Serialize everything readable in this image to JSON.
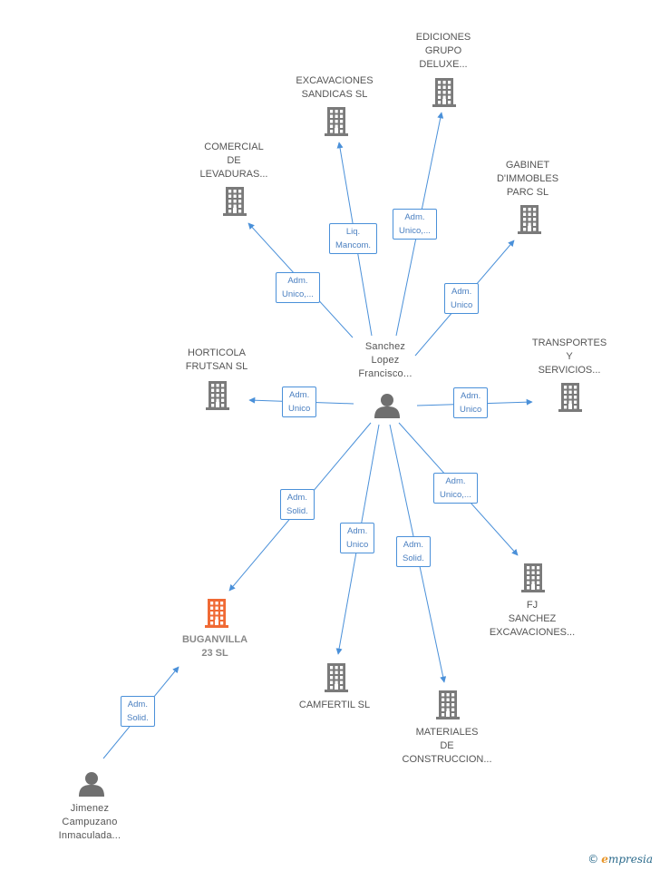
{
  "colors": {
    "edge": "#4a90d9",
    "building": "#7a7a7a",
    "building_highlight": "#f06a35",
    "person": "#6f6f6f"
  },
  "nodes": [
    {
      "id": "center",
      "type": "person",
      "icon": "person-icon",
      "label": [
        "Sanchez",
        "Lopez",
        "Francisco..."
      ]
    },
    {
      "id": "ediciones",
      "type": "company",
      "icon": "building-icon",
      "label": [
        "EDICIONES",
        "GRUPO",
        "DELUXE..."
      ]
    },
    {
      "id": "excavaciones",
      "type": "company",
      "icon": "building-icon",
      "label": [
        "EXCAVACIONES",
        "SANDICAS SL"
      ]
    },
    {
      "id": "comercial",
      "type": "company",
      "icon": "building-icon",
      "label": [
        "COMERCIAL",
        "DE",
        "LEVADURAS..."
      ]
    },
    {
      "id": "gabinet",
      "type": "company",
      "icon": "building-icon",
      "label": [
        "GABINET",
        "D'IMMOBLES",
        "PARC SL"
      ]
    },
    {
      "id": "horticola",
      "type": "company",
      "icon": "building-icon",
      "label": [
        "HORTICOLA",
        "FRUTSAN SL"
      ]
    },
    {
      "id": "transportes",
      "type": "company",
      "icon": "building-icon",
      "label": [
        "TRANSPORTES",
        "Y",
        "SERVICIOS..."
      ]
    },
    {
      "id": "buganvilla",
      "type": "company",
      "icon": "building-icon",
      "highlight": true,
      "label": [
        "BUGANVILLA",
        "23  SL"
      ]
    },
    {
      "id": "camfertil",
      "type": "company",
      "icon": "building-icon",
      "label": [
        "CAMFERTIL  SL"
      ]
    },
    {
      "id": "materiales",
      "type": "company",
      "icon": "building-icon",
      "label": [
        "MATERIALES",
        "DE",
        "CONSTRUCCION..."
      ]
    },
    {
      "id": "fj",
      "type": "company",
      "icon": "building-icon",
      "label": [
        "FJ",
        "SANCHEZ",
        "EXCAVACIONES..."
      ]
    },
    {
      "id": "jimenez",
      "type": "person",
      "icon": "person-icon",
      "label": [
        "Jimenez",
        "Campuzano",
        "Inmaculada..."
      ]
    }
  ],
  "edges": [
    {
      "from": "center",
      "to": "ediciones",
      "label": [
        "Adm.",
        "Unico,..."
      ]
    },
    {
      "from": "center",
      "to": "excavaciones",
      "label": [
        "Liq.",
        "Mancom."
      ]
    },
    {
      "from": "center",
      "to": "comercial",
      "label": [
        "Adm.",
        "Unico,..."
      ]
    },
    {
      "from": "center",
      "to": "gabinet",
      "label": [
        "Adm.",
        "Unico"
      ]
    },
    {
      "from": "center",
      "to": "horticola",
      "label": [
        "Adm.",
        "Unico"
      ]
    },
    {
      "from": "center",
      "to": "transportes",
      "label": [
        "Adm.",
        "Unico"
      ]
    },
    {
      "from": "center",
      "to": "buganvilla",
      "label": [
        "Adm.",
        "Solid."
      ]
    },
    {
      "from": "center",
      "to": "camfertil",
      "label": [
        "Adm.",
        "Unico"
      ]
    },
    {
      "from": "center",
      "to": "materiales",
      "label": [
        "Adm.",
        "Solid."
      ]
    },
    {
      "from": "center",
      "to": "fj",
      "label": [
        "Adm.",
        "Unico,..."
      ]
    },
    {
      "from": "jimenez",
      "to": "buganvilla",
      "label": [
        "Adm.",
        "Solid."
      ]
    }
  ],
  "brand": {
    "copyright": "©",
    "first_letter": "e",
    "name": "mpresia"
  }
}
